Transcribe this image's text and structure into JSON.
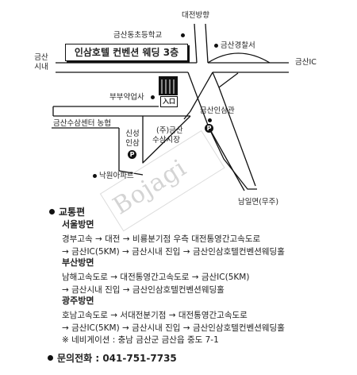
{
  "map": {
    "venue_sign": "인삼호텔 컨벤션 웨딩 3층",
    "entrance": "入口",
    "watermark": "Bojagi",
    "labels": {
      "north": "대전방향",
      "west_1": "금산",
      "west_2": "시내",
      "east": "금산IC",
      "south": "남일면(무주)",
      "school": "금산동초등학교",
      "police": "금산경찰서",
      "pharmacy": "부부약업사",
      "ginseng_hall": "금산인삼관",
      "nonghyup": "금산수삼센터 농협",
      "sinseong_1": "신성",
      "sinseong_2": "인삼",
      "market_1": "(주)금산",
      "market_2": "수삼시장",
      "apartment": "낙원아파트"
    },
    "parking_symbol": "P"
  },
  "transport": {
    "title": "교통편",
    "routes": [
      {
        "name": "서울방면",
        "lines": [
          "경부고속 → 대전 → 비룡분기점 우측 대전통영간고속도로",
          "→ 금산IC(5KM) → 금산시내 진입 → 금산인삼호텔컨벤션웨딩홀"
        ]
      },
      {
        "name": "부산방면",
        "lines": [
          "남해고속도로 → 대전통영간고속도로 → 금산IC(5KM)",
          "→ 금산시내 진입 → 금산인삼호텔컨벤션웨딩홀"
        ]
      },
      {
        "name": "광주방면",
        "lines": [
          "호남고속도로 → 서대전분기점 → 대전통영간고속도로",
          "→ 금산IC(5KM) → 금산시내 진입 → 금산인삼호텔컨벤션웨딩홀"
        ]
      }
    ],
    "navigation": "※ 네비게이션 : 충남 금산군 금산읍 중도 7-1"
  },
  "contact": {
    "title": "문의전화",
    "phone": "041-751-7735",
    "separator": " : "
  }
}
